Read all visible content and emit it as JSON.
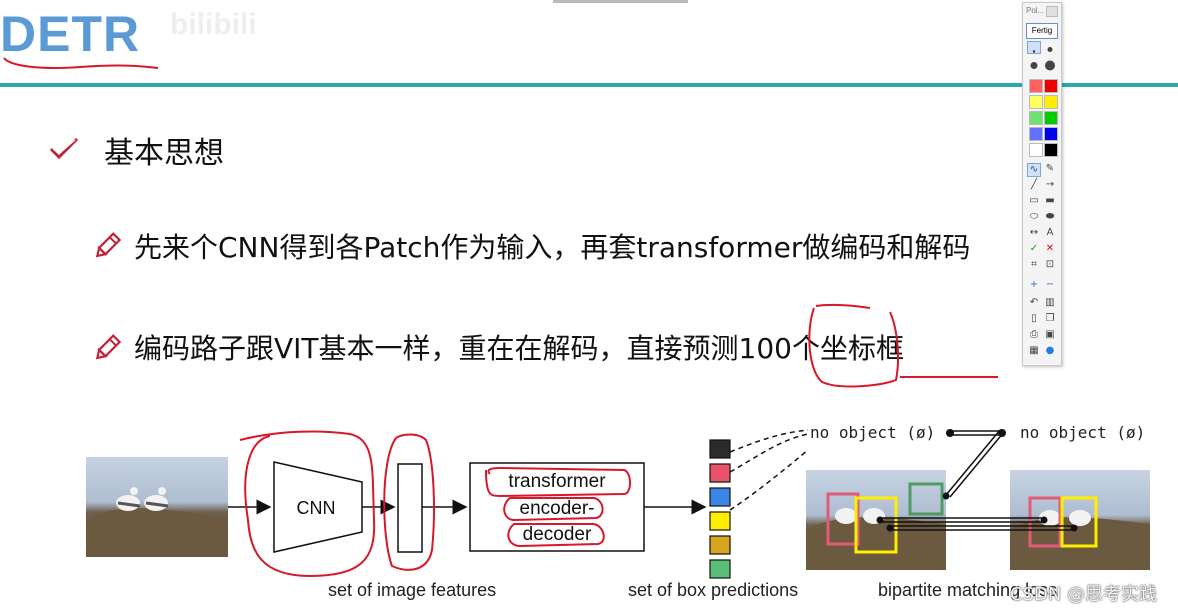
{
  "slide": {
    "title": "DETR",
    "watermark": "bilibili",
    "bullet_main": "基本思想",
    "sub_bullets": [
      "先来个CNN得到各Patch作为输入，再套transformer做编码和解码",
      "编码路子跟VIT基本一样，重在在解码，直接预测100个坐标框"
    ],
    "icons": {
      "bullet_main": "checkmark-icon",
      "sub_bullet": "pencil-icon"
    }
  },
  "diagram": {
    "cnn_label": "CNN",
    "transformer_lines": [
      "transformer",
      "encoder-",
      "decoder"
    ],
    "no_object_1": "no object (ø)",
    "no_object_2": "no object (ø)",
    "captions": {
      "features": "set of image features",
      "boxes": "set of box predictions",
      "matching": "bipartite matching loss"
    },
    "prediction_colors": [
      "#2b2b2b",
      "#e8536b",
      "#3a86e8",
      "#ffee00",
      "#d9a521",
      "#5bbf7a"
    ],
    "annotation_color": "#d6182a",
    "watermark": "CSDN @思考实践"
  },
  "toolbar": {
    "title": "Pol...",
    "done_label": "Fertig",
    "colors": [
      "#ff6060",
      "#ee0000",
      "#ffff60",
      "#ffee00",
      "#70e070",
      "#00cc00",
      "#6070ff",
      "#0000ee",
      "#ffffff",
      "#000000"
    ],
    "tool_icons": [
      "freehand-pen-icon",
      "highlighter-icon",
      "line-icon",
      "arrow-icon",
      "rectangle-icon",
      "filled-rectangle-icon",
      "ellipse-icon",
      "filled-ellipse-icon",
      "double-arrow-icon",
      "text-icon",
      "check-icon",
      "cross-icon",
      "crop-icon",
      "zoom-icon",
      "plus-icon",
      "minus-icon",
      "undo-icon",
      "delete-icon",
      "new-page-icon",
      "copy-icon",
      "print-icon",
      "save-icon",
      "screenshot-icon",
      "info-icon"
    ]
  }
}
